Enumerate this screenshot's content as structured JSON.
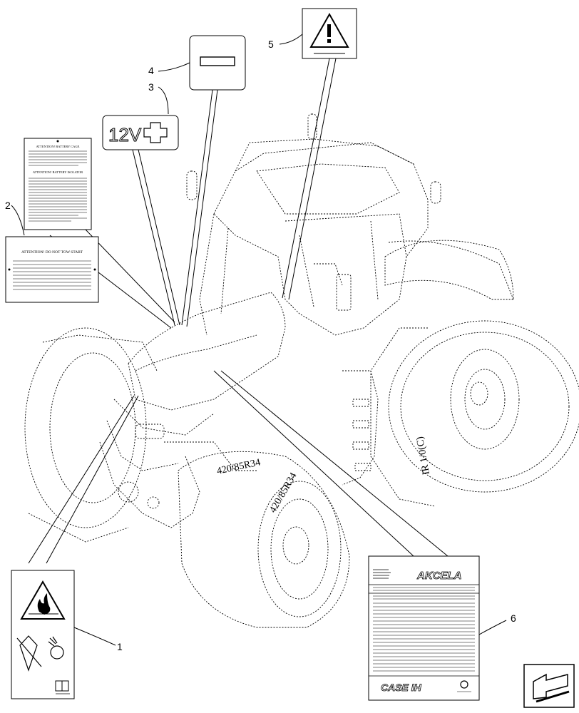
{
  "callouts": [
    {
      "num": "1",
      "label_id": "warning-hot-surface-decal"
    },
    {
      "num": "2",
      "label_id": "battery-attention-decal"
    },
    {
      "num": "3",
      "label_id": "positive-terminal-decal"
    },
    {
      "num": "4",
      "label_id": "negative-terminal-decal"
    },
    {
      "num": "5",
      "label_id": "general-warning-decal"
    },
    {
      "num": "6",
      "label_id": "specification-plate"
    }
  ],
  "decals": {
    "positive": {
      "text": "12V"
    },
    "battery_cage": {
      "title1": "ATTENTION! BATTERY CAGE",
      "title2": "ATTENTION! BATTERY ISOLATOR"
    },
    "tow_start": {
      "title": "ATTENTION! DO NOT TOW START"
    },
    "spec_plate": {
      "brand": "AKCELA",
      "footer_brand": "CASE IH"
    }
  },
  "tires": {
    "front_right": "420/85R34",
    "front_left": "420/85R34",
    "rear": "IR 1/0(C)"
  },
  "colors": {
    "line": "#000000",
    "background": "#ffffff"
  },
  "icons": [
    "warning-triangle-icon",
    "minus-icon",
    "plus-icon",
    "fire-icon",
    "no-water-icon",
    "book-icon",
    "nav-arrow-icon"
  ]
}
